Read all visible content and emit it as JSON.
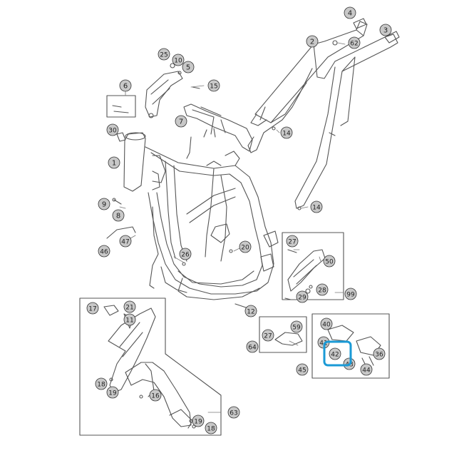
{
  "diagram": {
    "callouts": [
      {
        "id": "c4",
        "label": "4"
      },
      {
        "id": "c2",
        "label": "2"
      },
      {
        "id": "c62",
        "label": "62"
      },
      {
        "id": "c3",
        "label": "3"
      },
      {
        "id": "c25",
        "label": "25"
      },
      {
        "id": "c10",
        "label": "10"
      },
      {
        "id": "c5",
        "label": "5"
      },
      {
        "id": "c15",
        "label": "15"
      },
      {
        "id": "c6",
        "label": "6"
      },
      {
        "id": "c7",
        "label": "7"
      },
      {
        "id": "c30",
        "label": "30"
      },
      {
        "id": "c14a",
        "label": "14"
      },
      {
        "id": "c1",
        "label": "1"
      },
      {
        "id": "c14b",
        "label": "14"
      },
      {
        "id": "c9",
        "label": "9"
      },
      {
        "id": "c8",
        "label": "8"
      },
      {
        "id": "c47",
        "label": "47"
      },
      {
        "id": "c46",
        "label": "46"
      },
      {
        "id": "c26",
        "label": "26"
      },
      {
        "id": "c20",
        "label": "20"
      },
      {
        "id": "c27a",
        "label": "27"
      },
      {
        "id": "c50",
        "label": "50"
      },
      {
        "id": "c29",
        "label": "29"
      },
      {
        "id": "c28",
        "label": "28"
      },
      {
        "id": "c99",
        "label": "99"
      },
      {
        "id": "c12",
        "label": "12"
      },
      {
        "id": "c17",
        "label": "17"
      },
      {
        "id": "c21",
        "label": "21"
      },
      {
        "id": "c11",
        "label": "11"
      },
      {
        "id": "c59",
        "label": "59"
      },
      {
        "id": "c27b",
        "label": "27"
      },
      {
        "id": "c64",
        "label": "64"
      },
      {
        "id": "c40",
        "label": "40"
      },
      {
        "id": "c41",
        "label": "41"
      },
      {
        "id": "c42",
        "label": "42"
      },
      {
        "id": "c43",
        "label": "43"
      },
      {
        "id": "c36",
        "label": "36"
      },
      {
        "id": "c44",
        "label": "44"
      },
      {
        "id": "c45",
        "label": "45"
      },
      {
        "id": "c18a",
        "label": "18"
      },
      {
        "id": "c19a",
        "label": "19"
      },
      {
        "id": "c16",
        "label": "16"
      },
      {
        "id": "c63",
        "label": "63"
      },
      {
        "id": "c19b",
        "label": "19"
      },
      {
        "id": "c18b",
        "label": "18"
      }
    ],
    "highlight": {
      "label": "42",
      "color": "#1a9ad6"
    }
  }
}
